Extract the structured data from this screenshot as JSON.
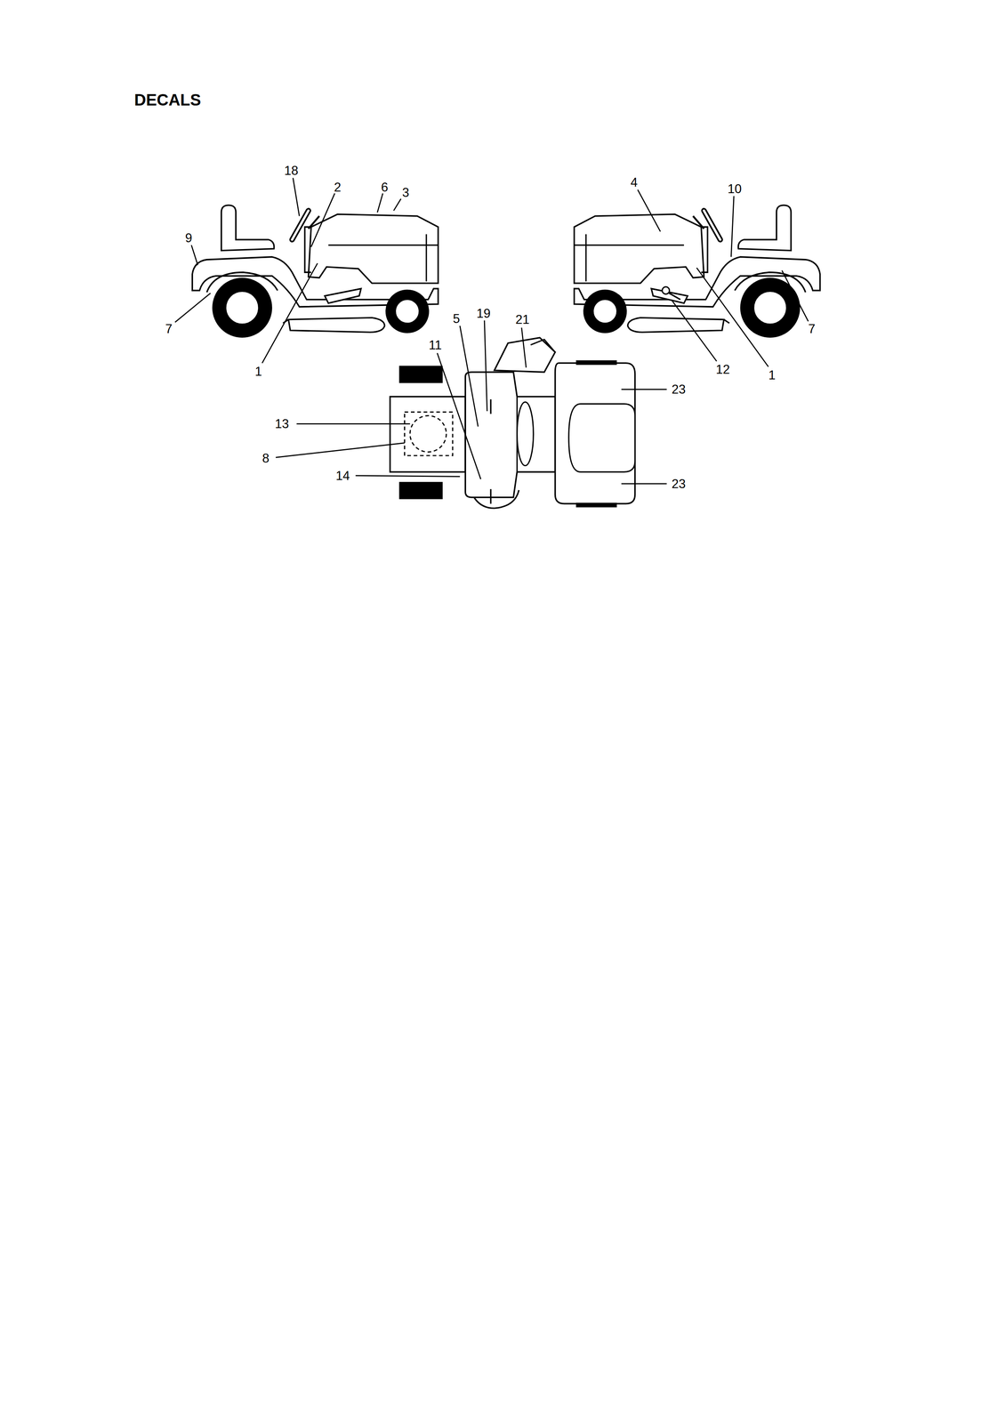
{
  "diagram": {
    "title": "DECALS",
    "labels": [
      "18",
      "2",
      "6",
      "3",
      "9",
      "7",
      "1",
      "4",
      "10",
      "7",
      "12",
      "1",
      "5",
      "19",
      "21",
      "11",
      "13",
      "8",
      "14",
      "23",
      "23"
    ]
  }
}
